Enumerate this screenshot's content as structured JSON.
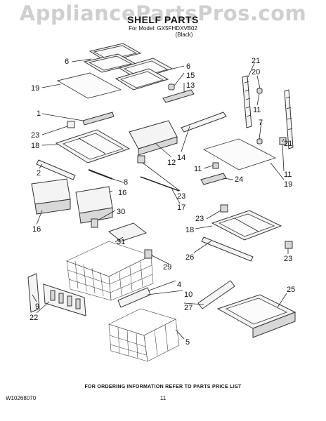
{
  "watermark": "AppliancePartsPros.com",
  "header": {
    "title": "SHELF PARTS",
    "model_line": "For Model: GX5FHDXVB02",
    "color_line": "(Black)"
  },
  "callouts": [
    "6",
    "6",
    "15",
    "13",
    "19",
    "21",
    "20",
    "11",
    "1",
    "7",
    "23",
    "18",
    "14",
    "12",
    "11",
    "21",
    "11",
    "24",
    "19",
    "2",
    "8",
    "16",
    "16",
    "23",
    "17",
    "30",
    "23",
    "18",
    "31",
    "26",
    "29",
    "23",
    "9",
    "4",
    "25",
    "22",
    "10",
    "27",
    "5"
  ],
  "footer": {
    "note": "FOR ORDERING INFORMATION REFER TO PARTS PRICE LIST",
    "doc_code": "W10268070",
    "page": "11"
  }
}
